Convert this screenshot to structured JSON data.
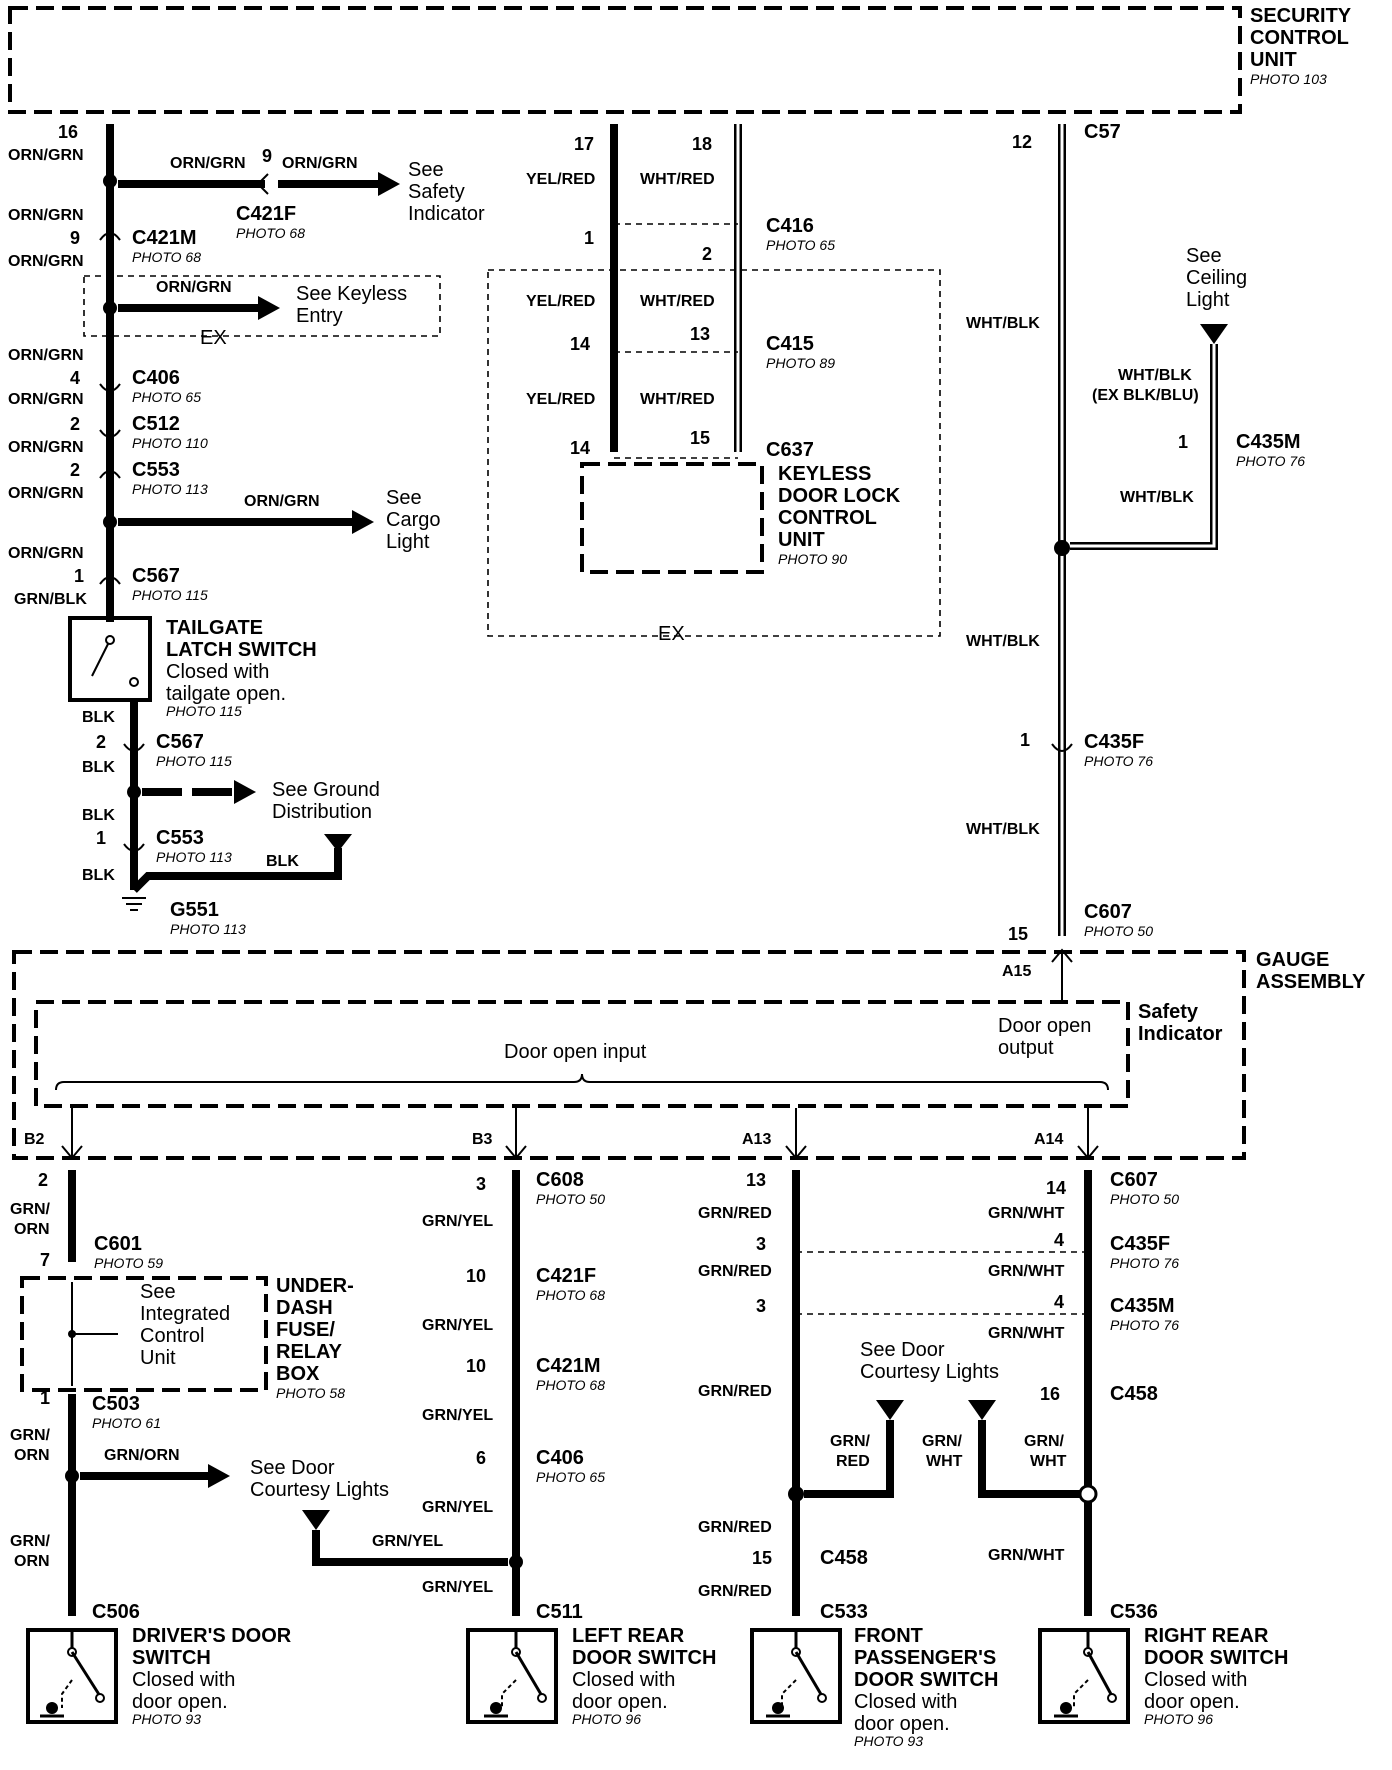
{
  "units": {
    "security": {
      "title": [
        "SECURITY",
        "CONTROL",
        "UNIT"
      ],
      "photo": "PHOTO 103"
    },
    "gauge": {
      "title": [
        "GAUGE",
        "ASSEMBLY"
      ]
    },
    "safety": {
      "title": [
        "Safety",
        "Indicator"
      ],
      "input": "Door open input",
      "output": [
        "Door open",
        "output"
      ]
    },
    "keyless": {
      "title": [
        "KEYLESS",
        "DOOR LOCK",
        "CONTROL",
        "UNIT"
      ],
      "photo": "PHOTO 90",
      "ex": "EX"
    },
    "underdash": {
      "title": [
        "UNDER-",
        "DASH",
        "FUSE/",
        "RELAY",
        "BOX"
      ],
      "photo": "PHOTO 58",
      "see": [
        "See",
        "Integrated",
        "Control",
        "Unit"
      ]
    },
    "tailgate": {
      "title": [
        "TAILGATE",
        "LATCH SWITCH"
      ],
      "desc": [
        "Closed with",
        "tailgate open."
      ],
      "photo": "PHOTO 115"
    },
    "switches": [
      {
        "title": [
          "DRIVER'S DOOR",
          "SWITCH"
        ],
        "desc": [
          "Closed with",
          "door open."
        ],
        "photo": "PHOTO 93"
      },
      {
        "title": [
          "LEFT REAR",
          "DOOR SWITCH"
        ],
        "desc": [
          "Closed with",
          "door open."
        ],
        "photo": "PHOTO 96"
      },
      {
        "title": [
          "FRONT",
          "PASSENGER'S",
          "DOOR SWITCH"
        ],
        "desc": [
          "Closed with",
          "door open."
        ],
        "photo": "PHOTO 93"
      },
      {
        "title": [
          "RIGHT REAR",
          "DOOR SWITCH"
        ],
        "desc": [
          "Closed with",
          "door open."
        ],
        "photo": "PHOTO 96"
      }
    ]
  },
  "refs": {
    "safety_indicator": [
      "See",
      "Safety",
      "Indicator"
    ],
    "keyless_entry": [
      "See Keyless",
      "Entry"
    ],
    "cargo_light": [
      "See",
      "Cargo",
      "Light"
    ],
    "ground_dist": [
      "See Ground",
      "Distribution"
    ],
    "ceiling_light": [
      "See",
      "Ceiling",
      "Light"
    ],
    "courtesy_left": [
      "See Door",
      "Courtesy Lights"
    ],
    "courtesy_right": [
      "See Door",
      "Courtesy Lights"
    ]
  },
  "left_column": {
    "pin16": "16",
    "orngrn": "ORN/GRN",
    "c421f_pin": "9",
    "c421f": "C421F",
    "c421f_photo": "PHOTO 68",
    "c421m_pin": "9",
    "c421m": "C421M",
    "c421m_photo": "PHOTO 68",
    "ex": "EX",
    "c406_pin": "4",
    "c406": "C406",
    "c406_photo": "PHOTO 65",
    "c512_pin": "2",
    "c512": "C512",
    "c512_photo": "PHOTO 110",
    "c553_pin": "2",
    "c553": "C553",
    "c553_photo": "PHOTO 113",
    "c567_pin": "1",
    "c567": "C567",
    "c567_photo": "PHOTO 115",
    "grnblk": "GRN/BLK",
    "blk": "BLK",
    "c567b_pin": "2",
    "c567b": "C567",
    "c567b_photo": "PHOTO 115",
    "c553b_pin": "1",
    "c553b": "C553",
    "c553b_photo": "PHOTO 113",
    "g551": "G551",
    "g551_photo": "PHOTO 113"
  },
  "middle_column": {
    "pin17": "17",
    "pin18": "18",
    "yelred": "YEL/RED",
    "whtred": "WHT/RED",
    "c416_pin_a": "1",
    "c416_pin_b": "2",
    "c416": "C416",
    "c416_photo": "PHOTO 65",
    "c415_pin_a": "14",
    "c415_pin_b": "13",
    "c415": "C415",
    "c415_photo": "PHOTO 89",
    "c637_pin_a": "14",
    "c637_pin_b": "15",
    "c637": "C637"
  },
  "right_column": {
    "pin12": "12",
    "c57": "C57",
    "whtblk": "WHT/BLK",
    "exblkblu": "(EX BLK/BLU)",
    "c435m_pin": "1",
    "c435m": "C435M",
    "c435m_photo": "PHOTO 76",
    "c435f_pin": "1",
    "c435f": "C435F",
    "c435f_photo": "PHOTO 76",
    "c607_pin": "15",
    "c607": "C607",
    "c607_photo": "PHOTO 50",
    "a15": "A15"
  },
  "bottom": {
    "b2": "B2",
    "b3": "B3",
    "a13": "A13",
    "a14": "A14",
    "d": {
      "pin2": "2",
      "grnorn": [
        "GRN/",
        "ORN"
      ],
      "c601_pin": "7",
      "c601": "C601",
      "c601_photo": "PHOTO 59",
      "c503_pin": "1",
      "c503": "C503",
      "c503_photo": "PHOTO 61",
      "grnorn2": "GRN/ORN",
      "c506": "C506"
    },
    "l": {
      "c608_pin": "3",
      "c608": "C608",
      "c608_photo": "PHOTO 50",
      "grnyel": "GRN/YEL",
      "c421f_pin": "10",
      "c421f": "C421F",
      "c421f_photo": "PHOTO 68",
      "c421m_pin": "10",
      "c421m": "C421M",
      "c421m_photo": "PHOTO 68",
      "c406_pin": "6",
      "c406": "C406",
      "c406_photo": "PHOTO 65",
      "c511": "C511"
    },
    "f": {
      "pin13": "13",
      "grnred": "GRN/RED",
      "c435f_pin": "3",
      "c435m_pin": "3",
      "grnred2": [
        "GRN/",
        "RED"
      ],
      "c458_pin": "15",
      "c458": "C458",
      "c533": "C533"
    },
    "r": {
      "pin14": "14",
      "c607": "C607",
      "c607_photo": "PHOTO 50",
      "grnwht": "GRN/WHT",
      "c435f_pin": "4",
      "c435f": "C435F",
      "c435f_photo": "PHOTO 76",
      "c435m_pin": "4",
      "c435m": "C435M",
      "c435m_photo": "PHOTO 76",
      "c458_pin": "16",
      "c458": "C458",
      "grnwht2": [
        "GRN/",
        "WHT"
      ],
      "c536": "C536"
    }
  }
}
